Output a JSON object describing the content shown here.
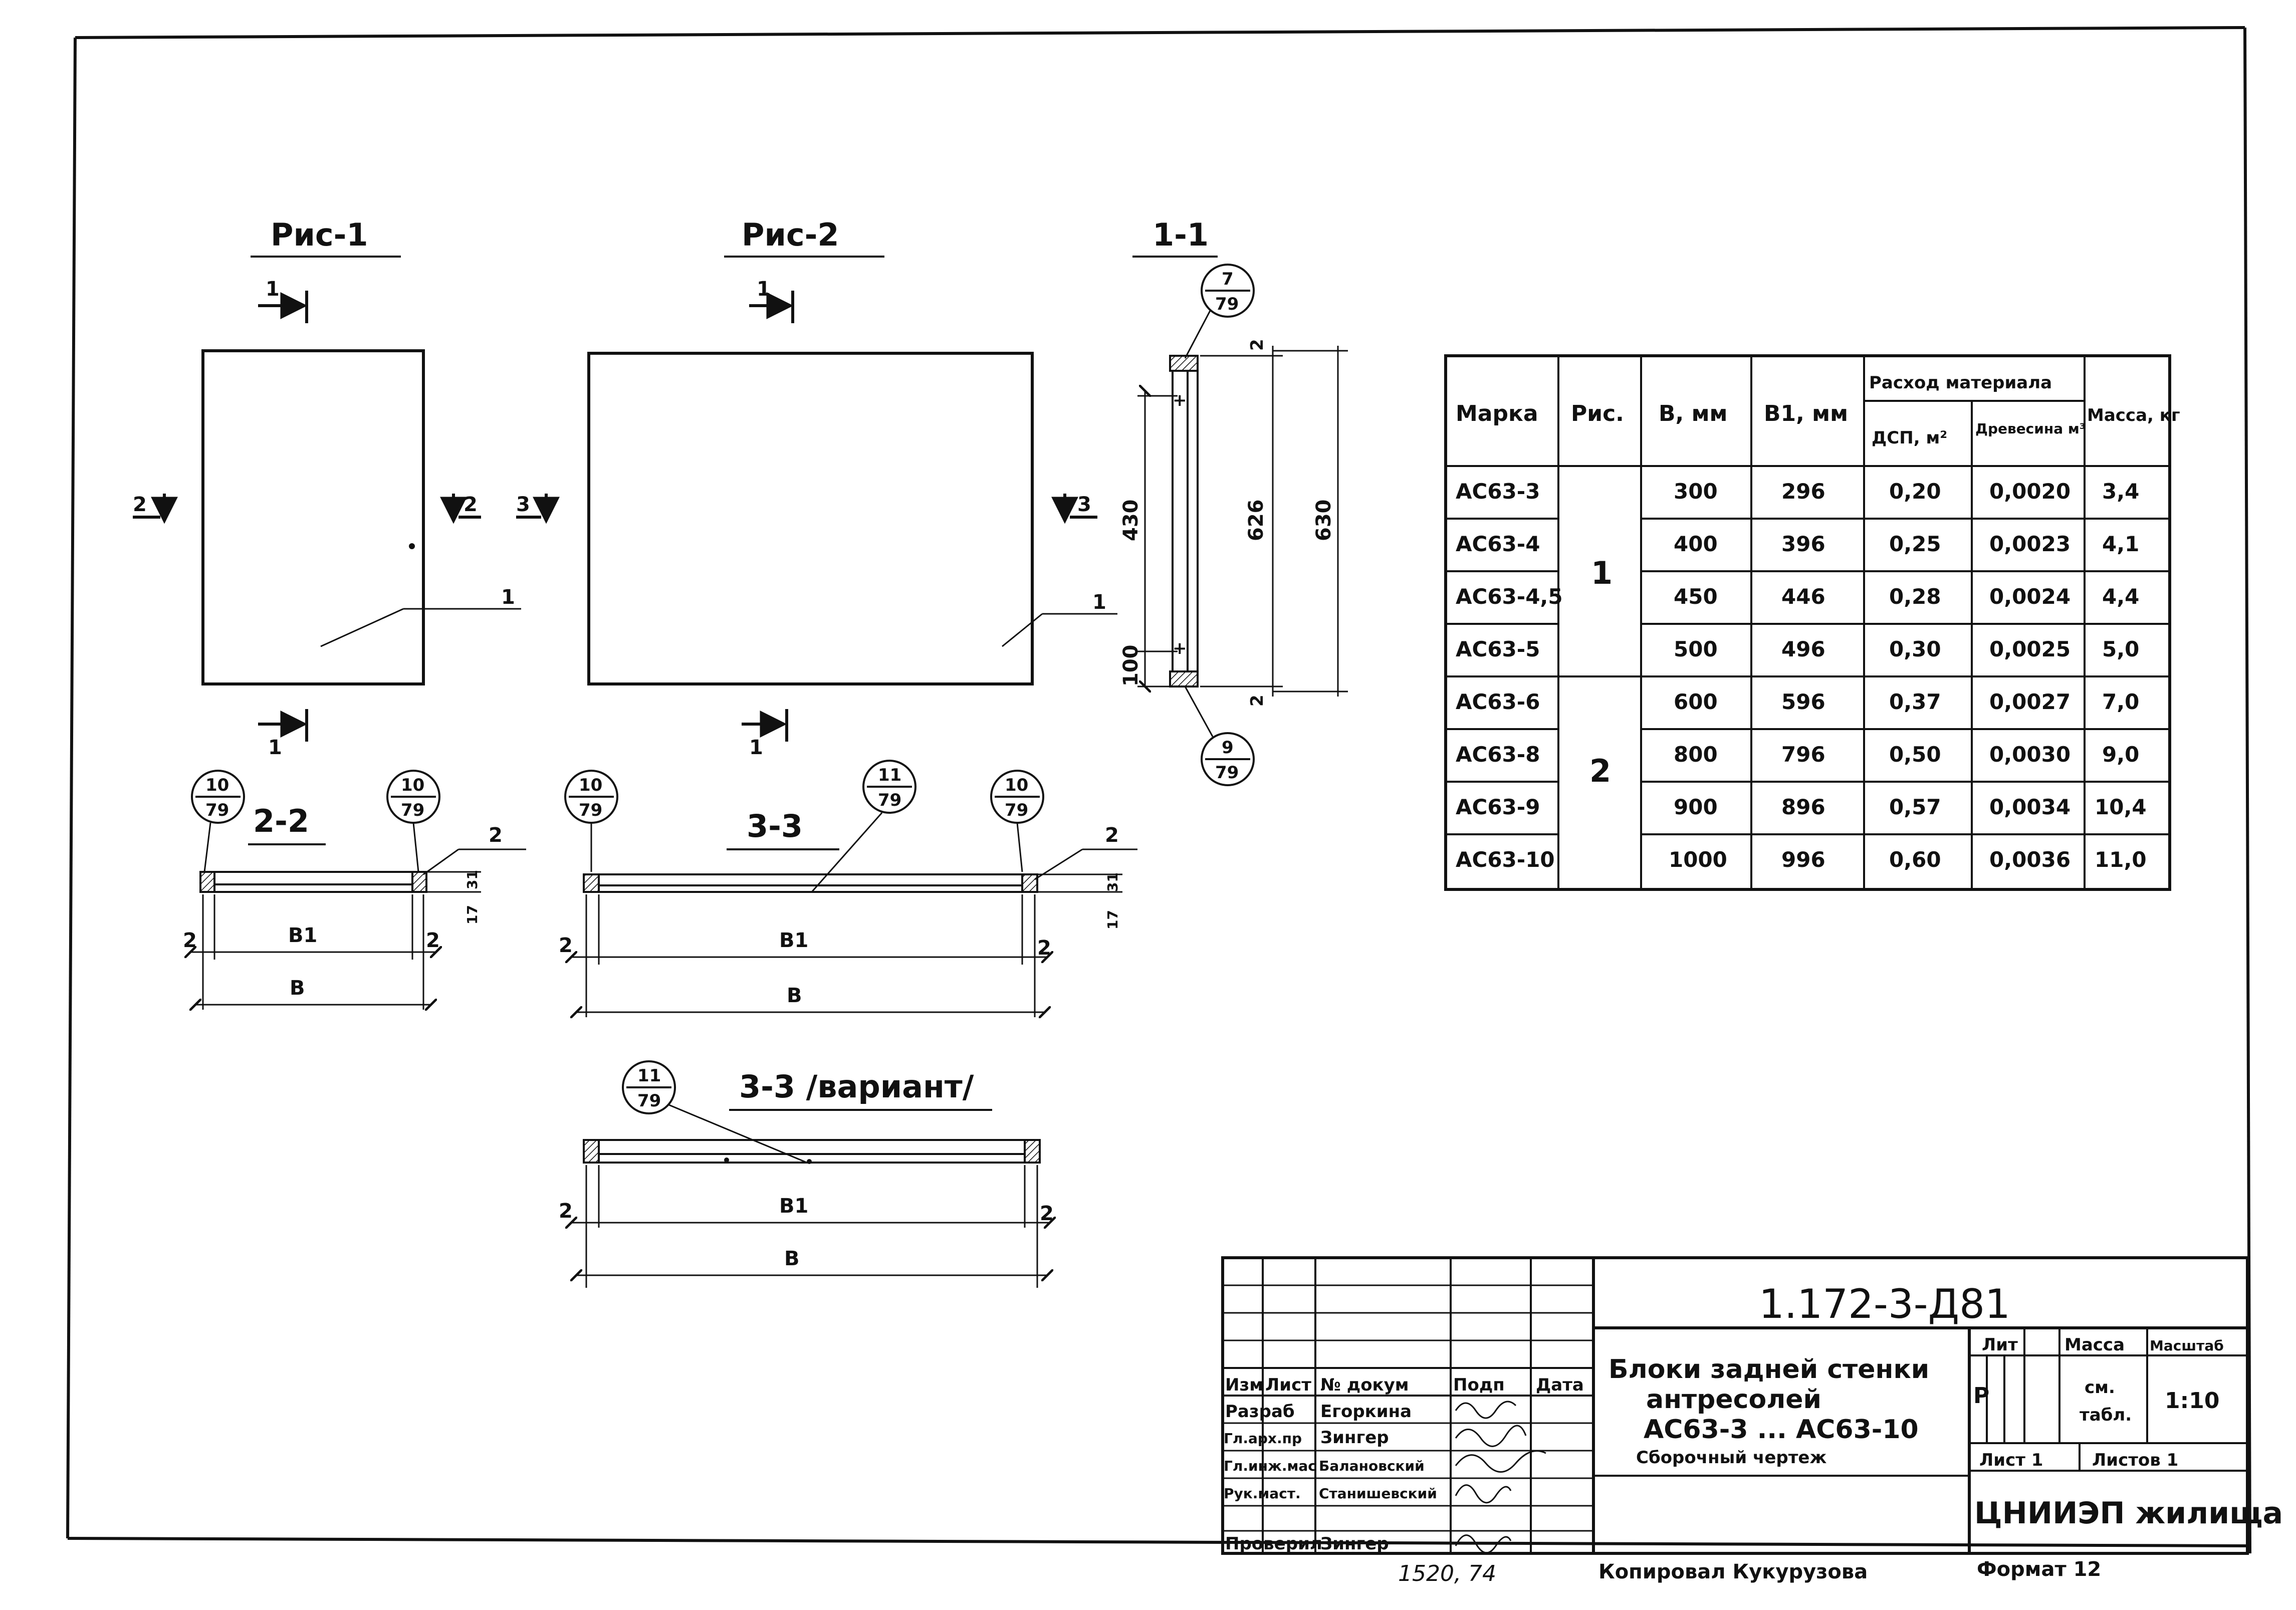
{
  "figures": {
    "fig1_title": "Рис-1",
    "fig2_title": "Рис-2",
    "section_11_title": "1-1",
    "section_22_title": "2-2",
    "section_33_title": "3-3",
    "section_33v_title": "3-3 /вариант/",
    "cut_marks": {
      "one": "1",
      "two": "2",
      "three": "3"
    },
    "part_leader": "1",
    "part_leader_2": "2",
    "callouts": [
      {
        "num": "7",
        "den": "79"
      },
      {
        "num": "9",
        "den": "79"
      },
      {
        "num": "10",
        "den": "79"
      },
      {
        "num": "11",
        "den": "79"
      }
    ]
  },
  "dims": {
    "B": "B",
    "B1": "B1",
    "two": "2",
    "d430": "430",
    "d626": "626",
    "d630": "630",
    "d100": "100",
    "d2": "2",
    "d31": "31",
    "d17": "17"
  },
  "table": {
    "headers": {
      "marka": "Марка",
      "ris": "Рис.",
      "b_mm": "B, мм",
      "b1_mm": "B1, мм",
      "rashod": "Расход материала",
      "dsp": "ДСП, м²",
      "drev": "Древесина м³",
      "massa": "Масса, кг"
    },
    "rows": [
      {
        "marka": "АС63-3",
        "b": "300",
        "b1": "296",
        "dsp": "0,20",
        "drev": "0,0020",
        "massa": "3,4"
      },
      {
        "marka": "АС63-4",
        "b": "400",
        "b1": "396",
        "dsp": "0,25",
        "drev": "0,0023",
        "massa": "4,1"
      },
      {
        "marka": "АС63-4,5",
        "b": "450",
        "b1": "446",
        "dsp": "0,28",
        "drev": "0,0024",
        "massa": "4,4"
      },
      {
        "marka": "АС63-5",
        "b": "500",
        "b1": "496",
        "dsp": "0,30",
        "drev": "0,0025",
        "massa": "5,0"
      },
      {
        "marka": "АС63-6",
        "b": "600",
        "b1": "596",
        "dsp": "0,37",
        "drev": "0,0027",
        "massa": "7,0"
      },
      {
        "marka": "АС63-8",
        "b": "800",
        "b1": "796",
        "dsp": "0,50",
        "drev": "0,0030",
        "massa": "9,0"
      },
      {
        "marka": "АС63-9",
        "b": "900",
        "b1": "896",
        "dsp": "0,57",
        "drev": "0,0034",
        "massa": "10,4"
      },
      {
        "marka": "АС63-10",
        "b": "1000",
        "b1": "996",
        "dsp": "0,60",
        "drev": "0,0036",
        "massa": "11,0"
      }
    ],
    "ris_groups": [
      "1",
      "2"
    ]
  },
  "title_block": {
    "doc_number": "1.172-3-Д81",
    "name_line1": "Блоки задней стенки",
    "name_line2": "антресолей",
    "name_line3": "АС63-3 ... АС63-10",
    "name_line4": "Сборочный чертеж",
    "col_headers": [
      "Изм",
      "Лист",
      "№ докум",
      "Подп",
      "Дата"
    ],
    "roles": [
      {
        "role": "Разраб",
        "person": "Егоркина"
      },
      {
        "role": "Гл.арх.пр",
        "person": "Зингер"
      },
      {
        "role": "Гл.инж.мас",
        "person": "Балановский"
      },
      {
        "role": "Рук.маст.",
        "person": "Станишевский"
      },
      {
        "role": "Проверил",
        "person": "Зингер"
      }
    ],
    "lit_label": "Лит",
    "massa_label": "Масса",
    "scale_label": "Масштаб",
    "lit_value": "Р",
    "massa_value_1": "см.",
    "massa_value_2": "табл.",
    "scale_value": "1:10",
    "sheet_label": "Лист 1",
    "sheets_label": "Листов 1",
    "org": "ЦНИИЭП жилища"
  },
  "bottom": {
    "handwritten": "1520, 74",
    "copied_by": "Копировал Кукурузова",
    "format": "Формат 12"
  }
}
